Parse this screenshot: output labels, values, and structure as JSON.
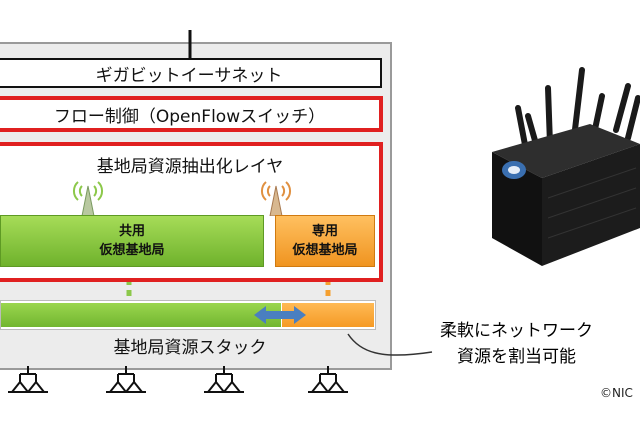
{
  "diagram": {
    "ethernet_label": "ギガビットイーサネット",
    "flow_control_label": "フロー制御（OpenFlowスイッチ）",
    "abstraction_layer_label": "基地局資源抽出化レイヤ",
    "shared_station_line1": "共用",
    "shared_station_line2": "仮想基地局",
    "dedicated_station_line1": "専用",
    "dedicated_station_line2": "仮想基地局",
    "resource_stack_label": "基地局資源スタック",
    "note_line1": "柔軟にネットワーク",
    "note_line2": "資源を割当可能",
    "copyright": "©NIC"
  },
  "colors": {
    "frame_red": "#e02020",
    "shared_green": "#7cc03a",
    "dedicated_orange": "#f5a030",
    "arrow_blue": "#4a7fc0"
  }
}
